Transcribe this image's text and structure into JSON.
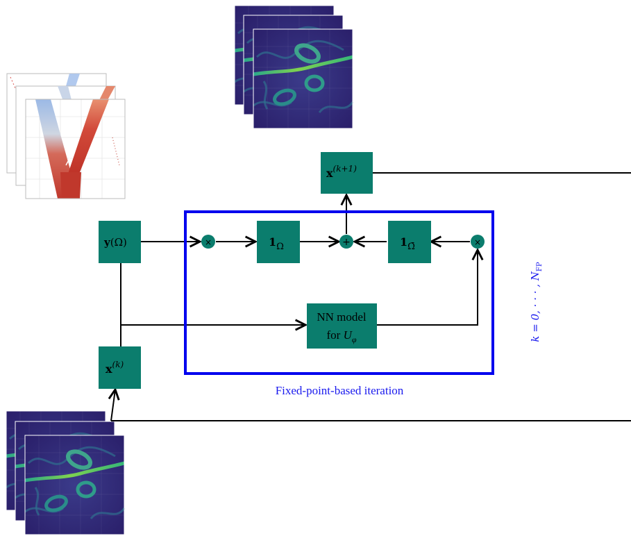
{
  "colors": {
    "node": "#0b7d6d",
    "frame": "#0000ee",
    "wire": "#000000",
    "caption": "#1a1aee"
  },
  "nodes": {
    "x_next": {
      "base": "x",
      "sup": "(k+1)"
    },
    "y_omega": {
      "base": "y",
      "arg": "(Ω)"
    },
    "x_k": {
      "base": "x",
      "sup": "(k)"
    },
    "indicator_omega": {
      "base": "1",
      "sub": "Ω"
    },
    "indicator_complement": {
      "base": "1",
      "sub": "Ω̄"
    },
    "nn_model": {
      "line1": "NN model",
      "line2_prefix": "for ",
      "line2_math": "U",
      "line2_sub": "φ"
    },
    "multiply_left": "×",
    "multiply_right": "×",
    "plus": "+"
  },
  "frame_caption": "Fixed-point-based iteration",
  "loop_label": {
    "prefix": "k = 0, · · · , ",
    "N": "N",
    "sub": "FP"
  },
  "images": {
    "top_stack": {
      "name": "vorticity-field-stack",
      "colormap": "viridis"
    },
    "left_stack": {
      "name": "sensor-observation-stack",
      "colormap": "coolwarm"
    },
    "bottom_stack": {
      "name": "initial-guess-stack",
      "colormap": "viridis"
    }
  }
}
